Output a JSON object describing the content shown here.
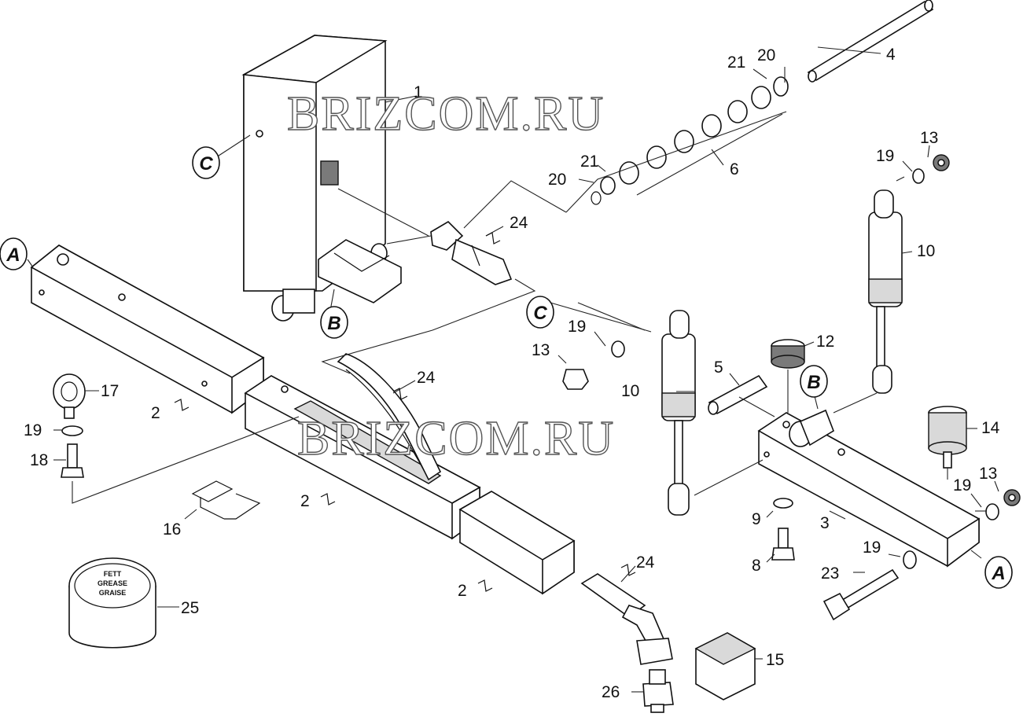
{
  "parts": {
    "p1": "1",
    "p2a": "2",
    "p2b": "2",
    "p2c": "2",
    "p3": "3",
    "p4": "4",
    "p5": "5",
    "p6": "6",
    "p8": "8",
    "p9": "9",
    "p10a": "10",
    "p10b": "10",
    "p12": "12",
    "p13a": "13",
    "p13b": "13",
    "p13c": "13",
    "p14": "14",
    "p15": "15",
    "p16": "16",
    "p17": "17",
    "p18": "18",
    "p19a": "19",
    "p19b": "19",
    "p19c": "19",
    "p19d": "19",
    "p19e": "19",
    "p20a": "20",
    "p20b": "20",
    "p21a": "21",
    "p21b": "21",
    "p23": "23",
    "p24a": "24",
    "p24b": "24",
    "p24c": "24",
    "p25": "25",
    "p26": "26"
  },
  "callouts": {
    "A_left": "A",
    "A_right": "A",
    "B_left": "B",
    "B_right": "B",
    "C_left": "C",
    "C_mid": "C"
  },
  "grease_can": {
    "line1": "FETT",
    "line2": "GREASE",
    "line3": "GRAISE"
  },
  "watermark": {
    "top": "BRIZCOM.RU",
    "middle": "BRIZCOM.RU"
  }
}
